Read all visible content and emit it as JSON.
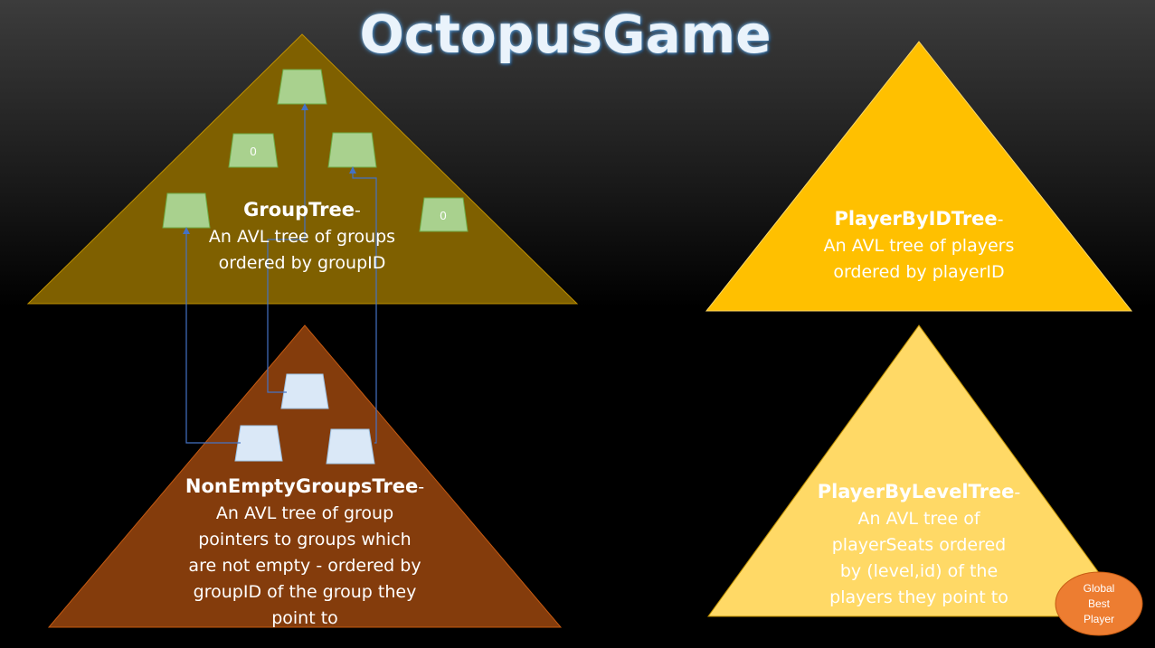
{
  "title": "OctopusGame",
  "group_tree": {
    "name": "GroupTree",
    "dash": "-",
    "lines": [
      "An AVL tree of groups",
      "ordered by groupID"
    ],
    "empty_node_label": "0"
  },
  "non_empty_groups_tree": {
    "name": "NonEmptyGroupsTree",
    "dash": "-",
    "lines": [
      "An AVL tree of group",
      "pointers to groups which",
      "are not empty - ordered by",
      "groupID of the group they",
      "point to"
    ]
  },
  "player_by_id_tree": {
    "name": "PlayerByIDTree",
    "dash": "-",
    "lines": [
      "An AVL tree of players",
      "ordered by playerID"
    ]
  },
  "player_by_level_tree": {
    "name": "PlayerByLevelTree",
    "dash": "-",
    "lines": [
      "An AVL tree of",
      "playerSeats ordered",
      "by (level,id) of the",
      "players they point to"
    ]
  },
  "global_best_player": {
    "lines": [
      "Global",
      "Best",
      "Player"
    ]
  },
  "colors": {
    "group_tree_fill": "#7f6000",
    "non_empty_fill": "#843c0c",
    "player_by_id_fill": "#ffc000",
    "player_by_level_fill": "#ffd966",
    "group_node_fill": "#a9d18e",
    "pointer_node_fill": "#dae8f7",
    "arrow": "#4472c4",
    "badge_fill": "#ed7d31"
  }
}
